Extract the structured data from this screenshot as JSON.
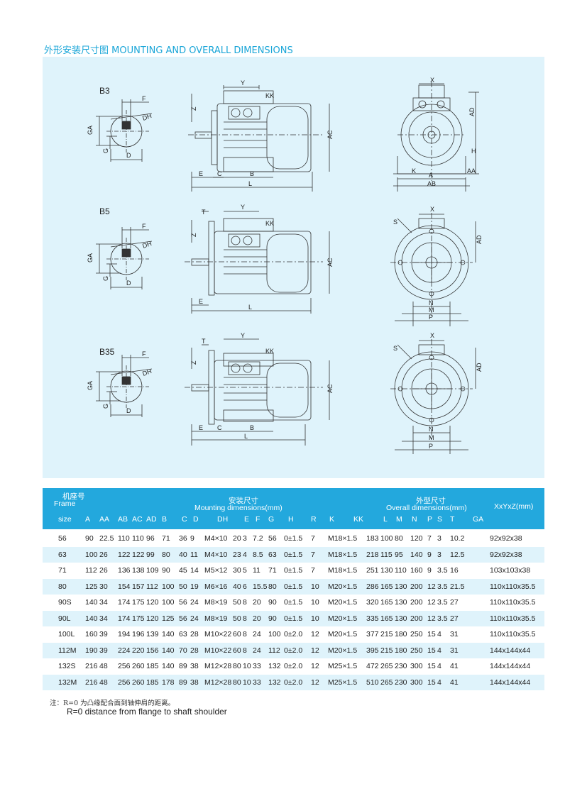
{
  "title": "外形安装尺寸图 MOUNTING AND OVERALL DIMENSIONS",
  "diagram": {
    "views": [
      "B3",
      "B5",
      "B35"
    ],
    "labels": {
      "F": "F",
      "DH": "DH",
      "GA": "GA",
      "G": "G",
      "D": "D",
      "Y": "Y",
      "Z": "Z",
      "KK": "KK",
      "AC": "AC",
      "E": "E",
      "C": "C",
      "B": "B",
      "L": "L",
      "T": "T",
      "X": "X",
      "AD": "AD",
      "H": "H",
      "K": "K",
      "A": "A",
      "AA": "AA",
      "AB": "AB",
      "S": "S",
      "N": "N",
      "M": "M",
      "P": "P"
    }
  },
  "table": {
    "header": {
      "frame_cn": "机座号",
      "frame_en": "Frame",
      "frame_size": "size",
      "mounting_cn": "安装尺寸",
      "mounting_en": "Mounting dimensions(mm)",
      "overall_cn": "外型尺寸",
      "overall_en": "Overall  dimensions(mm)",
      "xyz": "XxYxZ(mm)",
      "columns": [
        "A",
        "AA",
        "AB",
        "AC",
        "AD",
        "B",
        "C",
        "D",
        "DH",
        "E",
        "F",
        "G",
        "H",
        "R",
        "K",
        "KK",
        "L",
        "M",
        "N",
        "P",
        "S",
        "T",
        "GA"
      ]
    },
    "rows": [
      [
        "56",
        "90",
        "22.5",
        "110",
        "110",
        "96",
        "71",
        "36",
        "9",
        "M4×10",
        "20",
        "3",
        "7.2",
        "56",
        "0±1.5",
        "7",
        "M18×1.5",
        "183",
        "100",
        "80",
        "120",
        "7",
        "3",
        "10.2",
        "92x92x38"
      ],
      [
        "63",
        "100",
        "26",
        "122",
        "122",
        "99",
        "80",
        "40",
        "11",
        "M4×10",
        "23",
        "4",
        "8.5",
        "63",
        "0±1.5",
        "7",
        "M18×1.5",
        "218",
        "115",
        "95",
        "140",
        "9",
        "3",
        "12.5",
        "92x92x38"
      ],
      [
        "71",
        "112",
        "26",
        "136",
        "138",
        "109",
        "90",
        "45",
        "14",
        "M5×12",
        "30",
        "5",
        "11",
        "71",
        "0±1.5",
        "7",
        "M18×1.5",
        "251",
        "130",
        "110",
        "160",
        "9",
        "3.5",
        "16",
        "103x103x38"
      ],
      [
        "80",
        "125",
        "30",
        "154",
        "157",
        "112",
        "100",
        "50",
        "19",
        "M6×16",
        "40",
        "6",
        "15.5",
        "80",
        "0±1.5",
        "10",
        "M20×1.5",
        "286",
        "165",
        "130",
        "200",
        "12",
        "3.5",
        "21.5",
        "110x110x35.5"
      ],
      [
        "90S",
        "140",
        "34",
        "174",
        "175",
        "120",
        "100",
        "56",
        "24",
        "M8×19",
        "50",
        "8",
        "20",
        "90",
        "0±1.5",
        "10",
        "M20×1.5",
        "320",
        "165",
        "130",
        "200",
        "12",
        "3.5",
        "27",
        "110x110x35.5"
      ],
      [
        "90L",
        "140",
        "34",
        "174",
        "175",
        "120",
        "125",
        "56",
        "24",
        "M8×19",
        "50",
        "8",
        "20",
        "90",
        "0±1.5",
        "10",
        "M20×1.5",
        "335",
        "165",
        "130",
        "200",
        "12",
        "3.5",
        "27",
        "110x110x35.5"
      ],
      [
        "100L",
        "160",
        "39",
        "194",
        "196",
        "139",
        "140",
        "63",
        "28",
        "M10×22",
        "60",
        "8",
        "24",
        "100",
        "0±2.0",
        "12",
        "M20×1.5",
        "377",
        "215",
        "180",
        "250",
        "15",
        "4",
        "31",
        "110x110x35.5"
      ],
      [
        "112M",
        "190",
        "39",
        "224",
        "220",
        "156",
        "140",
        "70",
        "28",
        "M10×22",
        "60",
        "8",
        "24",
        "112",
        "0±2.0",
        "12",
        "M20×1.5",
        "395",
        "215",
        "180",
        "250",
        "15",
        "4",
        "31",
        "144x144x44"
      ],
      [
        "132S",
        "216",
        "48",
        "256",
        "260",
        "185",
        "140",
        "89",
        "38",
        "M12×28",
        "80",
        "10",
        "33",
        "132",
        "0±2.0",
        "12",
        "M25×1.5",
        "472",
        "265",
        "230",
        "300",
        "15",
        "4",
        "41",
        "144x144x44"
      ],
      [
        "132M",
        "216",
        "48",
        "256",
        "260",
        "185",
        "178",
        "89",
        "38",
        "M12×28",
        "80",
        "10",
        "33",
        "132",
        "0±2.0",
        "12",
        "M25×1.5",
        "510",
        "265",
        "230",
        "300",
        "15",
        "4",
        "41",
        "144x144x44"
      ]
    ]
  },
  "notes": {
    "cn": "注：R=0 为凸缘配合面到轴伸肩的距离。",
    "en": "R=0 distance from flange to shaft shoulder"
  }
}
